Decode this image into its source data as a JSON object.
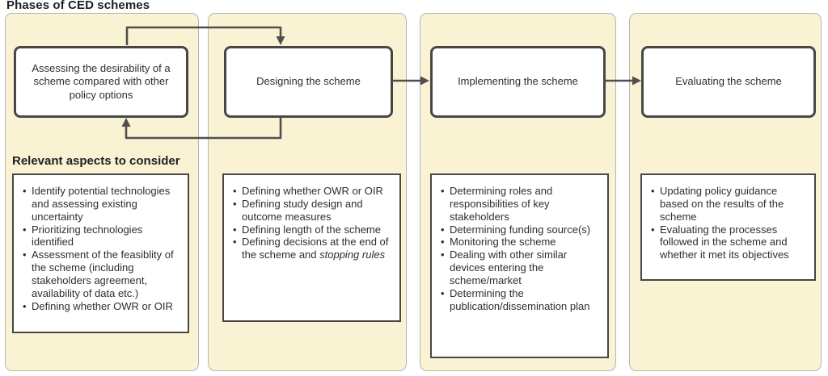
{
  "title": "Phases of CED schemes",
  "aspects_heading": "Relevant aspects to consider",
  "colors": {
    "panel_fill": "#faf3d3",
    "panel_border": "#b5b5b5",
    "box_border": "#474747",
    "arrow": "#4f4f4f",
    "text": "#2e2e2e"
  },
  "phases": [
    {
      "label": "Assessing the desirability of a scheme compared with other policy options",
      "bullets": [
        "Identify potential technologies and assessing existing uncertainty",
        "Prioritizing technologies identified",
        "Assessment of the feasiblity of the scheme (including stakeholders agreement, availability of data etc.)",
        "Defining whether OWR or OIR"
      ]
    },
    {
      "label": "Designing the scheme",
      "bullets": [
        "Defining whether OWR or OIR",
        "Defining study design and outcome measures",
        "Defining length of the scheme",
        {
          "text": "Defining decisions at the end of the scheme and ",
          "italic": "stopping rules"
        }
      ]
    },
    {
      "label": "Implementing the scheme",
      "bullets": [
        "Determining roles and responsibilities of key stakeholders",
        "Determining funding source(s)",
        "Monitoring the scheme",
        "Dealing with other similar devices entering the scheme/market",
        "Determining the publication/dissemination plan"
      ]
    },
    {
      "label": "Evaluating the scheme",
      "bullets": [
        "Updating policy guidance based on the results of the scheme",
        "Evaluating the processes followed in the scheme and whether it met its objectives"
      ]
    }
  ]
}
